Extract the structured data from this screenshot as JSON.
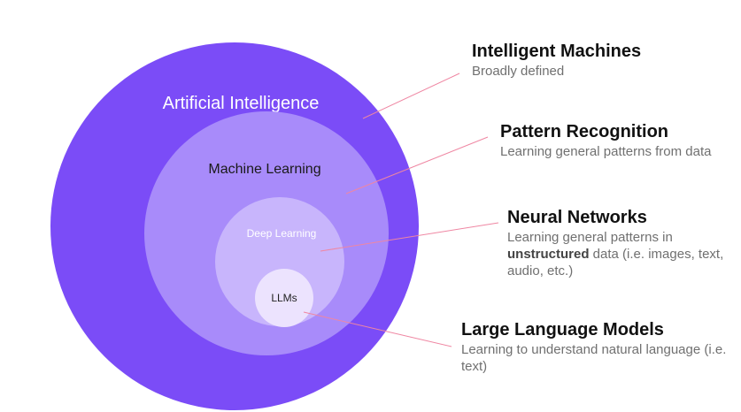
{
  "colors": {
    "ai": "#7b4cf7",
    "ml": "#a88bfa",
    "dl": "#c8b5fc",
    "llm": "#ece3fe",
    "leader": "#ef86a2"
  },
  "circles": {
    "ai": "Artificial Intelligence",
    "ml": "Machine Learning",
    "dl": "Deep Learning",
    "llm": "LLMs"
  },
  "annotations": {
    "ai": {
      "title": "Intelligent Machines",
      "desc": "Broadly defined"
    },
    "ml": {
      "title": "Pattern Recognition",
      "desc": "Learning general patterns from data"
    },
    "dl": {
      "title": "Neural Networks",
      "desc_pre": "Learning general patterns in ",
      "desc_bold": "unstructured",
      "desc_post": " data (i.e. images, text, audio, etc.)"
    },
    "llm": {
      "title": "Large Language Models",
      "desc": "Learning to understand natural language (i.e. text)"
    }
  }
}
